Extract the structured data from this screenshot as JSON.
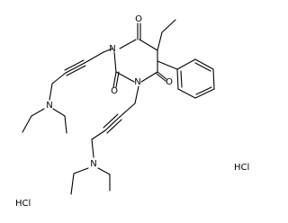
{
  "structure": {
    "atoms": {
      "n1": "N",
      "n3": "N",
      "o4": "O",
      "o2": "O",
      "o6": "O",
      "n_top": "N",
      "n_bottom": "N"
    },
    "salts": [
      "HCl",
      "HCl"
    ]
  }
}
